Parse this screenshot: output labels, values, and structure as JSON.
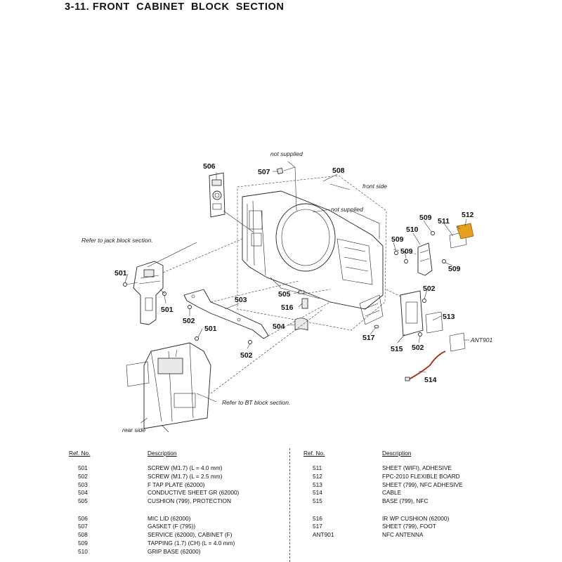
{
  "title": "3-11. FRONT  CABINET  BLOCK  SECTION",
  "annotations": {
    "not_supplied_top": "not supplied",
    "not_supplied_mid": "not supplied",
    "front_side": "front side",
    "rear_side": "rear side",
    "refer_jack": "Refer to jack block section.",
    "refer_bt": "Refer to BT block section."
  },
  "part_labels": {
    "p501a": "501",
    "p501b": "501",
    "p501c": "501",
    "p502a": "502",
    "p502b": "502",
    "p502c": "502",
    "p502d": "502",
    "p503": "503",
    "p504": "504",
    "p505": "505",
    "p506": "506",
    "p507": "507",
    "p508": "508",
    "p509a": "509",
    "p509b": "509",
    "p509c": "509",
    "p510": "510",
    "p511": "511",
    "p512": "512",
    "p513": "513",
    "p514": "514",
    "p515": "515",
    "p516": "516",
    "p517": "517",
    "ant901": "ANT901"
  },
  "parts_table": {
    "ref_header": "Ref. No.",
    "desc_header": "Description",
    "left": [
      {
        "ref": "501",
        "desc": "SCREW (M1.7) (L = 4.0 mm)"
      },
      {
        "ref": "502",
        "desc": "SCREW (M1.7) (L = 2.5 mm)"
      },
      {
        "ref": "503",
        "desc": "F TAP PLATE (62000)"
      },
      {
        "ref": "504",
        "desc": "CONDUCTIVE SHEET GR (62000)"
      },
      {
        "ref": "505",
        "desc": "CUSHION (799), PROTECTION"
      },
      {
        "ref": "506",
        "desc": "MIC LID (62000)"
      },
      {
        "ref": "507",
        "desc": "GASKET (F (795))"
      },
      {
        "ref": "508",
        "desc": "SERVICE (62000), CABINET (F)"
      },
      {
        "ref": "509",
        "desc": "TAPPING (1.7) (CH) (L = 4.0 mm)"
      },
      {
        "ref": "510",
        "desc": "GRIP BASE (62000)"
      }
    ],
    "right": [
      {
        "ref": "511",
        "desc": "SHEET (WIFI), ADHESIVE"
      },
      {
        "ref": "512",
        "desc": "FPC-2010 FLEXIBLE BOARD"
      },
      {
        "ref": "513",
        "desc": "SHEET (799), NFC ADHESIVE"
      },
      {
        "ref": "514",
        "desc": "CABLE"
      },
      {
        "ref": "515",
        "desc": "BASE (799), NFC"
      },
      {
        "ref": "516",
        "desc": "IR WP CUSHION (62000)"
      },
      {
        "ref": "517",
        "desc": "SHEET (799), FOOT"
      },
      {
        "ref": "ANT901",
        "desc": "NFC ANTENNA"
      }
    ]
  },
  "colors": {
    "fpc_orange": "#e8a020",
    "cable_red": "#c0392b"
  }
}
